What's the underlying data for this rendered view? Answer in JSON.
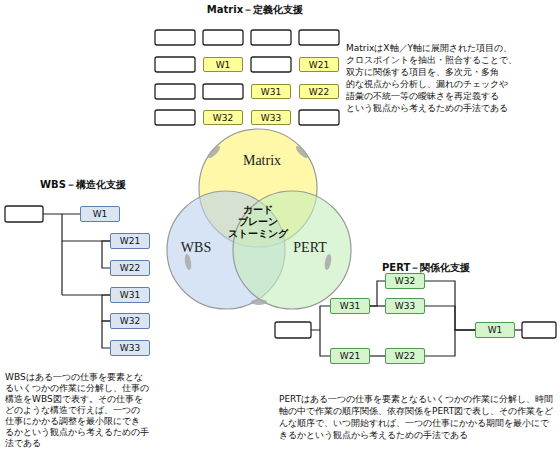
{
  "diagram": {
    "nodes": [
      {
        "text": [
          "W1"
        ]
      },
      {
        "text": [
          "W21"
        ]
      },
      {
        "text": [
          "W31"
        ]
      },
      {
        "text": [
          "W22"
        ]
      },
      {
        "text": [
          "W32"
        ]
      },
      {
        "text": [
          "W33"
        ]
      },
      {
        "text": [
          "Matrix"
        ]
      },
      {
        "text": [
          "WBS"
        ]
      },
      {
        "text": [
          "PERT"
        ]
      },
      {
        "text": [
          "W1"
        ]
      },
      {
        "text": [
          "W21"
        ]
      },
      {
        "text": [
          "W22"
        ]
      },
      {
        "text": [
          "W31"
        ]
      },
      {
        "text": [
          "W32"
        ]
      },
      {
        "text": [
          "W33"
        ]
      },
      {
        "text": [
          "W31"
        ]
      },
      {
        "text": [
          "W32"
        ]
      },
      {
        "text": [
          "W33"
        ]
      },
      {
        "text": [
          "W21"
        ]
      },
      {
        "text": [
          "W22"
        ]
      },
      {
        "text": [
          "W1"
        ]
      }
    ],
    "edges": [
      {
        "from": 10,
        "to": 11,
        "arrow": "none"
      },
      {
        "from": 12,
        "to": 13,
        "arrow": "none"
      },
      {
        "from": 13,
        "to": 14,
        "arrow": "none"
      },
      {
        "from": 15,
        "to": 16,
        "arrow": "none"
      },
      {
        "from": 15,
        "to": 17,
        "arrow": "none"
      },
      {
        "from": 16,
        "to": 20,
        "arrow": "none"
      },
      {
        "from": 17,
        "to": 20,
        "arrow": "none"
      },
      {
        "from": 18,
        "to": 19,
        "arrow": "none"
      },
      {
        "from": 19,
        "to": 20,
        "arrow": "none"
      }
    ],
    "labels": [
      "Matrix－定義化支援",
      "MatrixはX軸／Y軸に展開された項目の、 クロスポイントを抽出・照合することで、 双方に関係する項目を、多次元・多角 的な視点から分析し、漏れのチェックや 語彙の不統一等の曖昧さを再定義する という観点から考えるための手法である",
      "カード ブレーン ストーミング",
      "WBS－構造化支援",
      "WBSはある一つの仕事を要素とな るいくつかの作業に分解し、仕事の 構造をWBS図で表す。その仕事を どのような構造で行えば、一つの 仕事にかかる調整を最小限にでき るかという観点から考えるための手 法である",
      "PERT－関係化支援",
      "PERTはある一つの仕事を要素となるいくつかの作業に分解し、時間 軸の中で作業の順序関係、依存関係をPERT図で表し、その作業をど んな順序で、いつ開始すれば、一つの仕事にかかる期間を最小にで きるかという観点から考えるための手法である"
    ]
  }
}
